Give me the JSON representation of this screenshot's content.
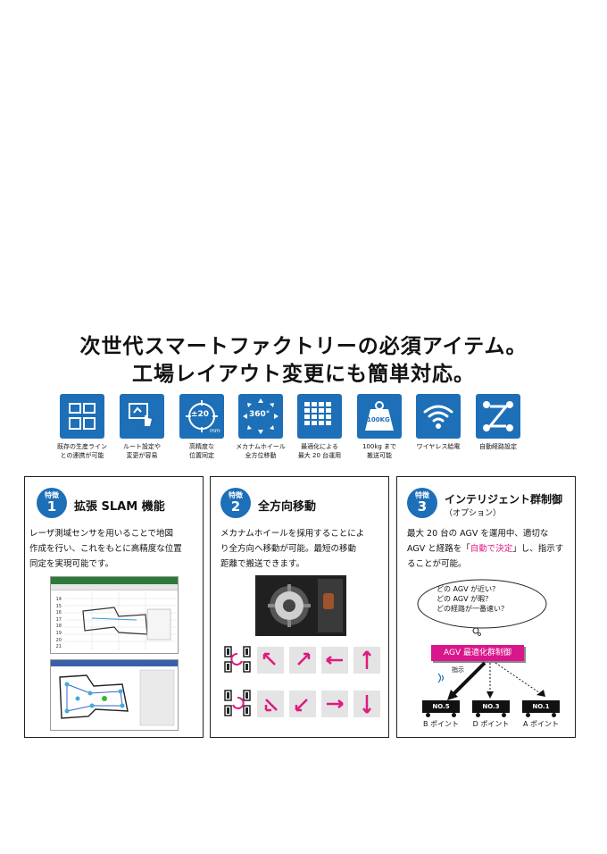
{
  "headline": {
    "line1": "次世代スマートファクトリーの必須アイテム。",
    "line2": "工場レイアウト変更にも簡単対応。"
  },
  "icons": [
    {
      "icon": "layout-grid-icon",
      "caption1": "既存の生産ライン",
      "caption2": "との連携が可能"
    },
    {
      "icon": "route-touch-icon",
      "caption1": "ルート設定や",
      "caption2": "変更が容易"
    },
    {
      "icon": "precision-target-icon",
      "text": "±20",
      "unit": "mm",
      "caption1": "高精度な",
      "caption2": "位置同定"
    },
    {
      "icon": "omnidirectional-icon",
      "text": "360°",
      "caption1": "メカナムホイール",
      "caption2": "全方位移動"
    },
    {
      "icon": "fleet-grid-icon",
      "caption1": "最適化による",
      "caption2": "最大 20 台運用"
    },
    {
      "icon": "weight-icon",
      "text": "100KG",
      "caption1": "100kg まで",
      "caption2": "搬送可能"
    },
    {
      "icon": "wireless-charging-icon",
      "caption1": "ワイヤレス給電",
      "caption2": ""
    },
    {
      "icon": "auto-route-icon",
      "caption1": "自動経路設定",
      "caption2": ""
    }
  ],
  "features": [
    {
      "badge_label": "特徴",
      "badge_num": "1",
      "title": "拡張 SLAM 機能",
      "body": [
        "レーザ測域センサを用いることで地図",
        "作成を行い、これをもとに高精度な位置",
        "同定を実現可能です。"
      ],
      "sheet_rows": [
        "14",
        "15",
        "16",
        "17",
        "18",
        "19",
        "20",
        "21"
      ]
    },
    {
      "badge_label": "特徴",
      "badge_num": "2",
      "title": "全方向移動",
      "body": [
        "メカナムホイールを採用することによ",
        "り全方向へ移動が可能。最短の移動",
        "距離で搬送できます。"
      ]
    },
    {
      "badge_label": "特徴",
      "badge_num": "3",
      "title": "インテリジェント群制御",
      "subtitle": "（オプション）",
      "body_1": "最大 20 台の AGV を運用中、適切な",
      "body_2a": "AGV と経路を「",
      "body_2_highlight": "自動で決定",
      "body_2b": "」し、指示す",
      "body_3": "ることが可能。",
      "bubble": [
        "どの AGV が近い？",
        "どの AGV が暇？",
        "どの経路が一番速い？"
      ],
      "controller_label": "AGV 最適化群制御",
      "instruction_label": "指示",
      "carts": [
        {
          "plate": "NO.5",
          "label": "B ポイント"
        },
        {
          "plate": "NO.3",
          "label": "D ポイント"
        },
        {
          "plate": "NO.1",
          "label": "A ポイント"
        }
      ]
    }
  ],
  "colors": {
    "accent": "#1d6fb8",
    "highlight": "#e0197e",
    "controller": "#d9168c"
  }
}
